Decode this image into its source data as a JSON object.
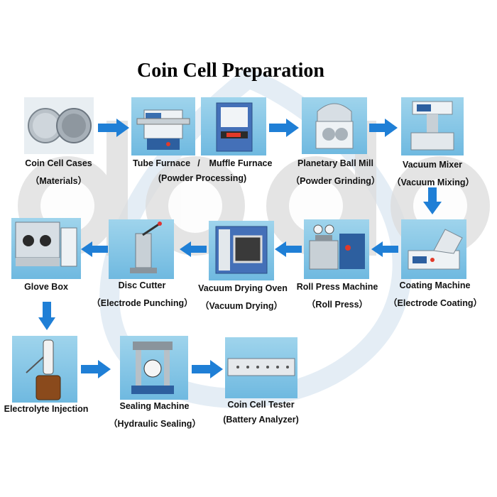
{
  "title": "Coin Cell Preparation",
  "watermark_text": "dodo",
  "colors": {
    "arrow": "#1f7fd6",
    "photo_bg": "#8ccbea",
    "watermark": "#d9d9d9"
  },
  "steps": [
    {
      "name": "Coin Cell Cases",
      "sub": "（Materials）"
    },
    {
      "name_a": "Tube Furnace",
      "sep": "/",
      "name_b": "Muffle Furnace",
      "sub": "(Powder Processing)"
    },
    {
      "name": "Planetary Ball Mill",
      "sub": "（Powder Grinding）"
    },
    {
      "name": "Vacuum Mixer",
      "sub": "（Vacuum Mixing）"
    },
    {
      "name": "Coating Machine",
      "sub": "（Electrode Coating）"
    },
    {
      "name": "Roll Press Machine",
      "sub": "（Roll Press）"
    },
    {
      "name": "Vacuum Drying Oven",
      "sub": "（Vacuum Drying）"
    },
    {
      "name": "Disc Cutter",
      "sub": "（Electrode Punching）"
    },
    {
      "name": "Glove Box"
    },
    {
      "name": "Electrolyte Injection"
    },
    {
      "name": "Sealing Machine",
      "sub": "（Hydraulic Sealing）"
    },
    {
      "name": "Coin Cell Tester",
      "sub": "(Battery Analyzer)"
    }
  ]
}
